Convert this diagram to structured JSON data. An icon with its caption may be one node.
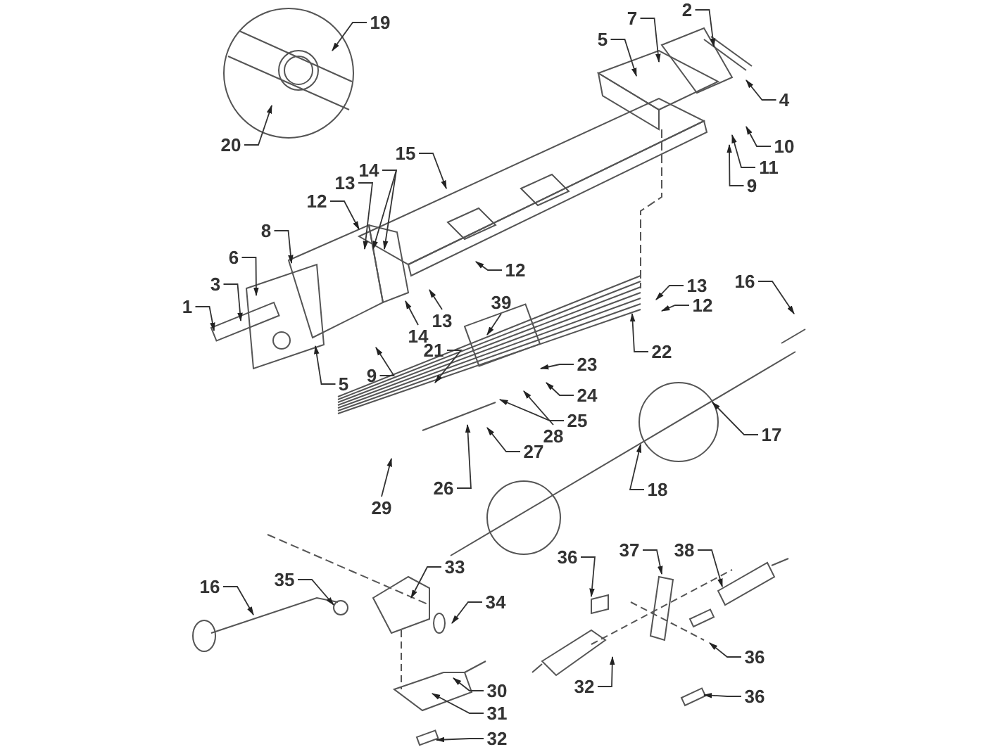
{
  "diagram": {
    "nodes": [
      {
        "text": [
          "2"
        ]
      },
      {
        "text": [
          "7"
        ]
      },
      {
        "text": [
          "19"
        ]
      },
      {
        "text": [
          "5"
        ]
      },
      {
        "text": [
          "4"
        ]
      },
      {
        "text": [
          "20"
        ]
      },
      {
        "text": [
          "10"
        ]
      },
      {
        "text": [
          "15"
        ]
      },
      {
        "text": [
          "11"
        ]
      },
      {
        "text": [
          "14"
        ]
      },
      {
        "text": [
          "13"
        ]
      },
      {
        "text": [
          "9"
        ]
      },
      {
        "text": [
          "12"
        ]
      },
      {
        "text": [
          "8"
        ]
      },
      {
        "text": [
          "6"
        ]
      },
      {
        "text": [
          "12"
        ]
      },
      {
        "text": [
          "16"
        ]
      },
      {
        "text": [
          "3"
        ]
      },
      {
        "text": [
          "13"
        ]
      },
      {
        "text": [
          "12"
        ]
      },
      {
        "text": [
          "39"
        ]
      },
      {
        "text": [
          "1"
        ]
      },
      {
        "text": [
          "13"
        ]
      },
      {
        "text": [
          "14"
        ]
      },
      {
        "text": [
          "21"
        ]
      },
      {
        "text": [
          "22"
        ]
      },
      {
        "text": [
          "23"
        ]
      },
      {
        "text": [
          "9"
        ]
      },
      {
        "text": [
          "5"
        ]
      },
      {
        "text": [
          "24"
        ]
      },
      {
        "text": [
          "25"
        ]
      },
      {
        "text": [
          "17"
        ]
      },
      {
        "text": [
          "28"
        ]
      },
      {
        "text": [
          "27"
        ]
      },
      {
        "text": [
          "26"
        ]
      },
      {
        "text": [
          "18"
        ]
      },
      {
        "text": [
          "29"
        ]
      },
      {
        "text": [
          "37"
        ]
      },
      {
        "text": [
          "38"
        ]
      },
      {
        "text": [
          "36"
        ]
      },
      {
        "text": [
          "33"
        ]
      },
      {
        "text": [
          "35"
        ]
      },
      {
        "text": [
          "16"
        ]
      },
      {
        "text": [
          "34"
        ]
      },
      {
        "text": [
          "36"
        ]
      },
      {
        "text": [
          "32"
        ]
      },
      {
        "text": [
          "30"
        ]
      },
      {
        "text": [
          "36"
        ]
      },
      {
        "text": [
          "31"
        ]
      },
      {
        "text": [
          "32"
        ]
      }
    ],
    "edges": [
      {
        "from": 0,
        "to": null,
        "arrow": "to"
      },
      {
        "from": 1,
        "to": null,
        "arrow": "to"
      },
      {
        "from": 2,
        "to": null,
        "arrow": "to"
      },
      {
        "from": 3,
        "to": null,
        "arrow": "to"
      },
      {
        "from": 4,
        "to": null,
        "arrow": "to"
      },
      {
        "from": 5,
        "to": null,
        "arrow": "to"
      },
      {
        "from": 6,
        "to": null,
        "arrow": "to"
      },
      {
        "from": 7,
        "to": null,
        "arrow": "to"
      },
      {
        "from": 8,
        "to": null,
        "arrow": "to"
      },
      {
        "from": 9,
        "to": null,
        "arrow": "to"
      },
      {
        "from": 9,
        "to": null,
        "arrow": "to"
      },
      {
        "from": 10,
        "to": null,
        "arrow": "to"
      },
      {
        "from": 11,
        "to": null,
        "arrow": "to"
      },
      {
        "from": 12,
        "to": null,
        "arrow": "to"
      },
      {
        "from": 13,
        "to": null,
        "arrow": "to"
      },
      {
        "from": 14,
        "to": null,
        "arrow": "to"
      },
      {
        "from": 15,
        "to": null,
        "arrow": "to"
      },
      {
        "from": 16,
        "to": null,
        "arrow": "to"
      },
      {
        "from": 17,
        "to": null,
        "arrow": "to"
      },
      {
        "from": 18,
        "to": null,
        "arrow": "to"
      },
      {
        "from": 19,
        "to": null,
        "arrow": "to"
      },
      {
        "from": 20,
        "to": null,
        "arrow": "to"
      },
      {
        "from": 21,
        "to": null,
        "arrow": "to"
      },
      {
        "from": 22,
        "to": null,
        "arrow": "to"
      },
      {
        "from": 23,
        "to": null,
        "arrow": "to"
      },
      {
        "from": 24,
        "to": null,
        "arrow": "to"
      },
      {
        "from": 25,
        "to": null,
        "arrow": "to"
      },
      {
        "from": 26,
        "to": null,
        "arrow": "to"
      },
      {
        "from": 27,
        "to": null,
        "arrow": "to"
      },
      {
        "from": 28,
        "to": null,
        "arrow": "to"
      },
      {
        "from": 29,
        "to": null,
        "arrow": "to"
      },
      {
        "from": 30,
        "to": null,
        "arrow": "to"
      },
      {
        "from": 31,
        "to": null,
        "arrow": "to"
      },
      {
        "from": 32,
        "to": null,
        "arrow": "to"
      },
      {
        "from": 33,
        "to": null,
        "arrow": "to"
      },
      {
        "from": 34,
        "to": null,
        "arrow": "to"
      },
      {
        "from": 35,
        "to": null,
        "arrow": "to"
      },
      {
        "from": 36,
        "to": null,
        "arrow": "to"
      },
      {
        "from": 37,
        "to": null,
        "arrow": "to"
      },
      {
        "from": 38,
        "to": null,
        "arrow": "to"
      },
      {
        "from": 39,
        "to": null,
        "arrow": "to"
      },
      {
        "from": 40,
        "to": null,
        "arrow": "to"
      },
      {
        "from": 41,
        "to": null,
        "arrow": "to"
      },
      {
        "from": 42,
        "to": null,
        "arrow": "to"
      },
      {
        "from": 43,
        "to": null,
        "arrow": "to"
      },
      {
        "from": 44,
        "to": null,
        "arrow": "to"
      },
      {
        "from": 45,
        "to": null,
        "arrow": "to"
      },
      {
        "from": 46,
        "to": null,
        "arrow": "to"
      },
      {
        "from": 47,
        "to": null,
        "arrow": "to"
      },
      {
        "from": 48,
        "to": null,
        "arrow": "to"
      },
      {
        "from": 49,
        "to": null,
        "arrow": "to"
      }
    ]
  }
}
